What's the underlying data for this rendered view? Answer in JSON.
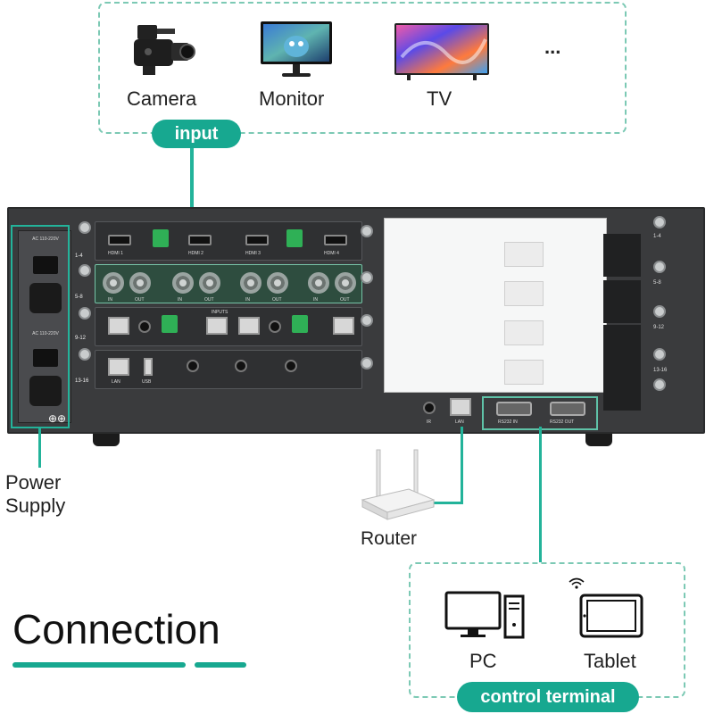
{
  "input_box": {
    "devices": [
      {
        "label": "Camera",
        "icon": "camera-icon"
      },
      {
        "label": "Monitor",
        "icon": "monitor-icon"
      },
      {
        "label": "TV",
        "icon": "tv-icon"
      }
    ],
    "more": "...",
    "tag": "input"
  },
  "chassis": {
    "psu_labels": [
      "AC 110-220V",
      "AC 110-220V"
    ],
    "row_labels": [
      "1-4",
      "5-8",
      "9-12",
      "13-16"
    ],
    "right_row_labels": [
      "1-4",
      "5-8",
      "9-12",
      "13-16"
    ],
    "card1_labels": [
      "HDMI 1",
      "HDMI 2",
      "HDMI 3",
      "HDMI 4"
    ],
    "card2_labels": [
      "IN",
      "OUT",
      "IN",
      "OUT",
      "IN",
      "OUT",
      "IN",
      "OUT"
    ],
    "card3_header": "INPUTS",
    "card4_labels": [
      "LAN",
      "USB"
    ],
    "ir_label": "IR",
    "lan_label": "LAN",
    "rs232_in": "RS232 IN",
    "rs232_out": "RS232 OUT"
  },
  "power_supply": {
    "line1": "Power",
    "line2": "Supply"
  },
  "router": {
    "label": "Router",
    "icon": "router-icon"
  },
  "control_box": {
    "devices": [
      {
        "label": "PC",
        "icon": "pc-icon"
      },
      {
        "label": "Tablet",
        "icon": "tablet-icon"
      }
    ],
    "tag": "control terminal"
  },
  "heading": "Connection",
  "colors": {
    "accent": "#17a890",
    "dash": "#7cc9b4",
    "chassis": "#3a3b3d"
  }
}
